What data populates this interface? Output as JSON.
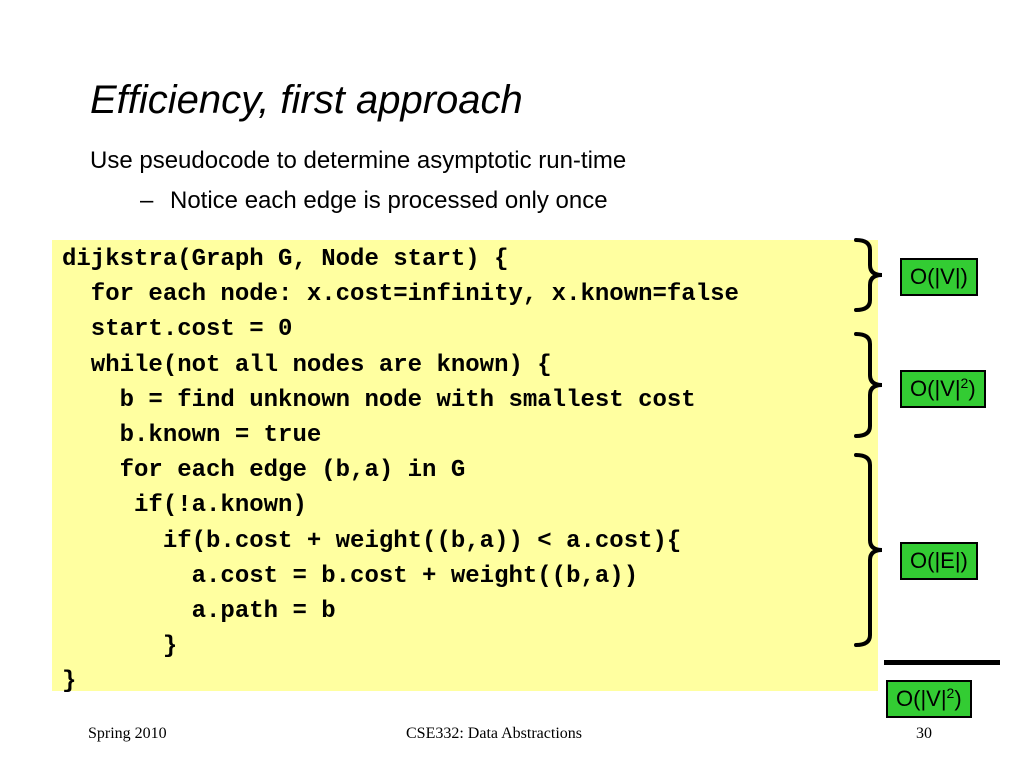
{
  "slide": {
    "title": "Efficiency, first approach",
    "bullet_1": "Use pseudocode to determine asymptotic run-time",
    "bullet_2_marker": "–",
    "bullet_2": "Notice each edge is processed only once"
  },
  "code": {
    "lines": [
      "dijkstra(Graph G, Node start) {",
      "  for each node: x.cost=infinity, x.known=false",
      "  start.cost = 0",
      "  while(not all nodes are known) {",
      "    b = find unknown node with smallest cost",
      "    b.known = true",
      "    for each edge (b,a) in G",
      "     if(!a.known)",
      "       if(b.cost + weight((b,a)) < a.cost){",
      "         a.cost = b.cost + weight((b,a))",
      "         a.path = b",
      "       }",
      "}"
    ]
  },
  "complexity": {
    "init": "O(|V|)",
    "loop_base": "O(|V|",
    "loop_exp": "2",
    "loop_close": ")",
    "edges": "O(|E|)",
    "total_base": "O(|V|",
    "total_exp": "2",
    "total_close": ")"
  },
  "footer": {
    "left": "Spring 2010",
    "center": "CSE332: Data Abstractions",
    "page": "30"
  },
  "colors": {
    "code_background": "#ffffa0",
    "complexity_box": "#33cc33"
  }
}
